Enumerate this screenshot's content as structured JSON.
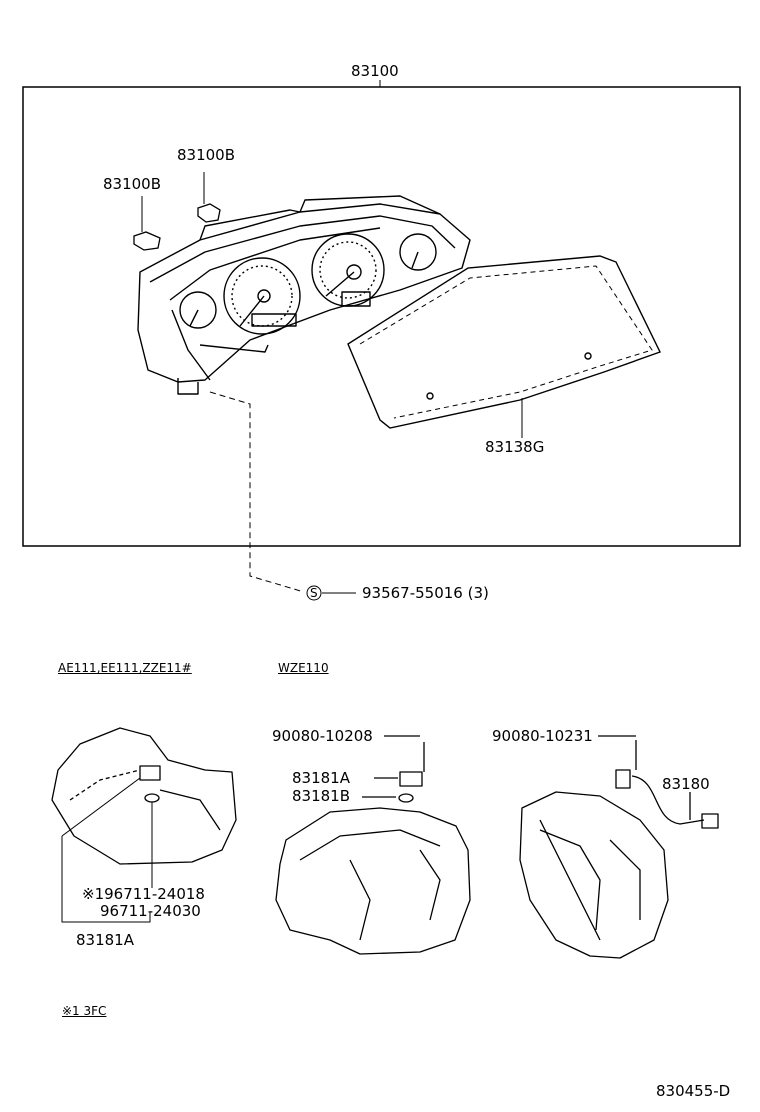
{
  "diagram": {
    "assembly_number": "83100",
    "parts": {
      "clip_a": "83100B",
      "clip_b": "83100B",
      "lens": "83138G",
      "screw": "93567-55016 (3)",
      "screw_symbol": "S",
      "sensor_left": "83181A",
      "gasket_left_a": "※196711-24018",
      "gasket_left_b": "96711-24030",
      "bolt_mid": "90080-10208",
      "sensor_mid_a": "83181A",
      "sensor_mid_b": "83181B",
      "bolt_right": "90080-10231",
      "sensor_right": "83180"
    },
    "models": {
      "left": "AE111,EE111,ZZE11#",
      "right": "WZE110"
    },
    "footnote": "※1 3FC",
    "figure_code": "830455-D"
  }
}
